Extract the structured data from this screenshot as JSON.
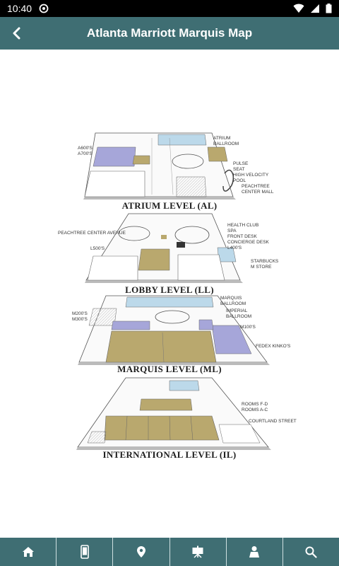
{
  "status": {
    "time": "10:40"
  },
  "appbar": {
    "title": "Atlanta Marriott Marquis Map"
  },
  "colors": {
    "accent": "#3f6e73",
    "tan": "#b9a86e",
    "blue": "#bcd9ea",
    "purple": "#a6a6d9"
  },
  "map": {
    "levels": [
      {
        "label": "ATRIUM LEVEL (AL)"
      },
      {
        "label": "LOBBY LEVEL (LL)"
      },
      {
        "label": "MARQUIS LEVEL (ML)"
      },
      {
        "label": "INTERNATIONAL LEVEL (IL)"
      }
    ],
    "callouts": {
      "atrium_ballroom": "ATRIUM\nBALLROOM",
      "a600": "A600'S\nA700'S",
      "pulse": "PULSE\nSEAT\nHIGH VELOCITY\nPOOL",
      "peachtree_mall": "PEACHTREE\nCENTER MALL",
      "health": "HEALTH CLUB\nSPA\nFRONT DESK\nCONCIERGE DESK\nL400'S",
      "pca": "PEACHTREE CENTER AVENUE",
      "l500": "L500'S",
      "starbucks": "STARBUCKS\nM STORE",
      "marquis_ballroom": "MARQUIS\nBALLROOM",
      "imperial": "IMPERIAL\nBALLROOM",
      "m200": "M200'S\nM300'S",
      "m100": "M100'S",
      "fedex": "FEDEX KINKO'S",
      "rooms": "ROOMS F-D\nROOMS A-C",
      "courtland": "COURTLAND STREET"
    }
  },
  "nav": {
    "items": [
      {
        "icon": "home-icon"
      },
      {
        "icon": "mobile-icon"
      },
      {
        "icon": "map-pin-icon"
      },
      {
        "icon": "easel-icon"
      },
      {
        "icon": "speaker-icon"
      },
      {
        "icon": "search-icon"
      }
    ]
  }
}
